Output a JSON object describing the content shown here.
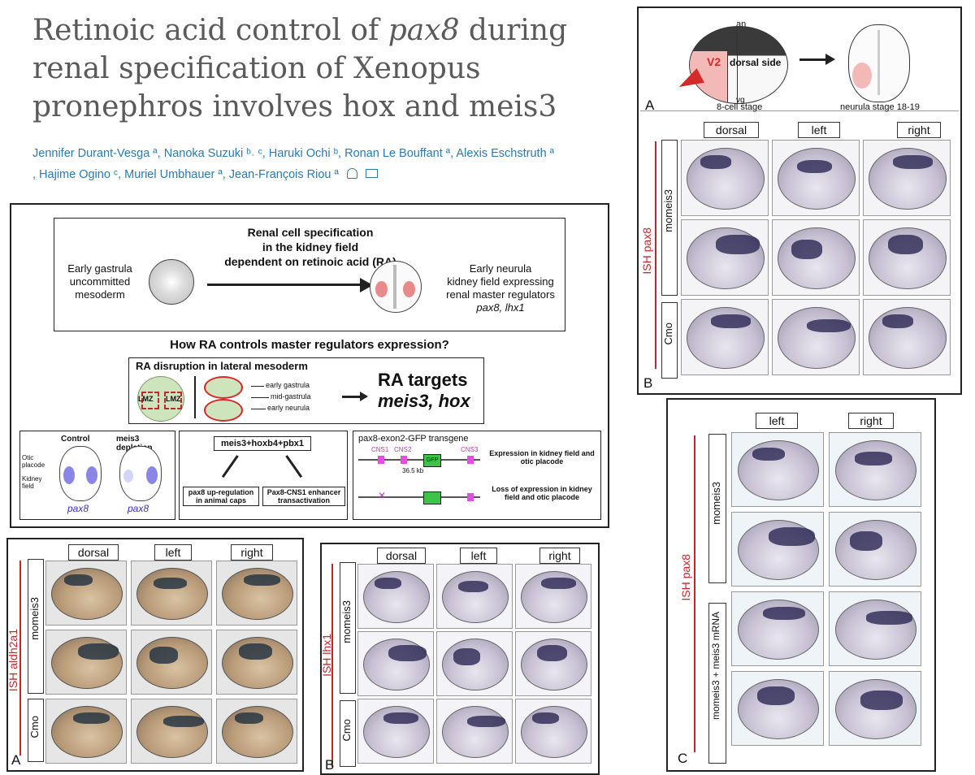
{
  "article": {
    "title_part1": "Retinoic acid control of ",
    "title_gene": "pax8",
    "title_part2": " during renal specification of Xenopus pronephros involves hox and meis3",
    "authors_line1": "Jennifer Durant-Vesga ª, Nanoka Suzuki ᵇ˒ ᶜ, Haruki Ochi ᵇ, Ronan Le Bouffant ª, Alexis Eschstruth ª",
    "authors_line2": ", Hajime Ogino ᶜ, Muriel Umbhauer ª, Jean-François Riou ª"
  },
  "graphical_abstract": {
    "header_line1": "Renal cell specification",
    "header_line2": "in the kidney field",
    "header_line3": "dependent on retinoic acid (RA)",
    "left_l1": "Early gastrula",
    "left_l2": "uncommitted",
    "left_l3": "mesoderm",
    "right_l1": "Early neurula",
    "right_l2": "kidney field expressing",
    "right_l3": "renal master regulators",
    "right_l4": "pax8, lhx1",
    "question": "How RA controls master regulators expression?",
    "ra_title": "RA  disruption in lateral mesoderm",
    "lmz": "LMZ",
    "stage1": "early gastrula",
    "stage2": "mid-gastrula",
    "stage3": "early neurula",
    "targets1": "RA targets",
    "targets2": "meis3, hox",
    "control": "Control",
    "meis3dep": "meis3 depletion",
    "otic": "Otic placode",
    "kidney": "Kidney field",
    "pax8": "pax8",
    "complex": "meis3+hoxb4+pbx1",
    "upreg": "pax8 up-regulation in animal caps",
    "transact": "Pax8-CNS1 enhancer transactivation",
    "transgene": "pax8-exon2-GFP transgene",
    "cns1": "CNS1",
    "cns2": "CNS2",
    "cns3": "CNS3",
    "gfp": "GFP",
    "kb": "36.5 kb",
    "expr": "Expression in kidney field and otic placode",
    "loss": "Loss of expression in kidney field and otic placode"
  },
  "figA_top": {
    "an": "an",
    "vg": "vg",
    "v2": "V2",
    "dorsal_side": "dorsal side",
    "stage8": "8-cell stage",
    "neurula": "neurula stage 18-19",
    "letter": "A"
  },
  "figB_pax8": {
    "letter": "B",
    "cols": [
      "dorsal",
      "left",
      "right"
    ],
    "rows": [
      "momeis3",
      "Cmo"
    ],
    "side": "ISH pax8"
  },
  "figC_pax8": {
    "letter": "C",
    "cols": [
      "left",
      "right"
    ],
    "rows": [
      "momeis3",
      "momeis3 + meis3 mRNA"
    ],
    "side": "ISH pax8"
  },
  "fig_aldh": {
    "letter": "A",
    "cols": [
      "dorsal",
      "left",
      "right"
    ],
    "rows": [
      "momeis3",
      "Cmo"
    ],
    "side": "ISH aldh2a1"
  },
  "fig_lhx1": {
    "letter": "B",
    "cols": [
      "dorsal",
      "left",
      "right"
    ],
    "rows": [
      "momeis3",
      "Cmo"
    ],
    "side": "ISH lhx1"
  }
}
